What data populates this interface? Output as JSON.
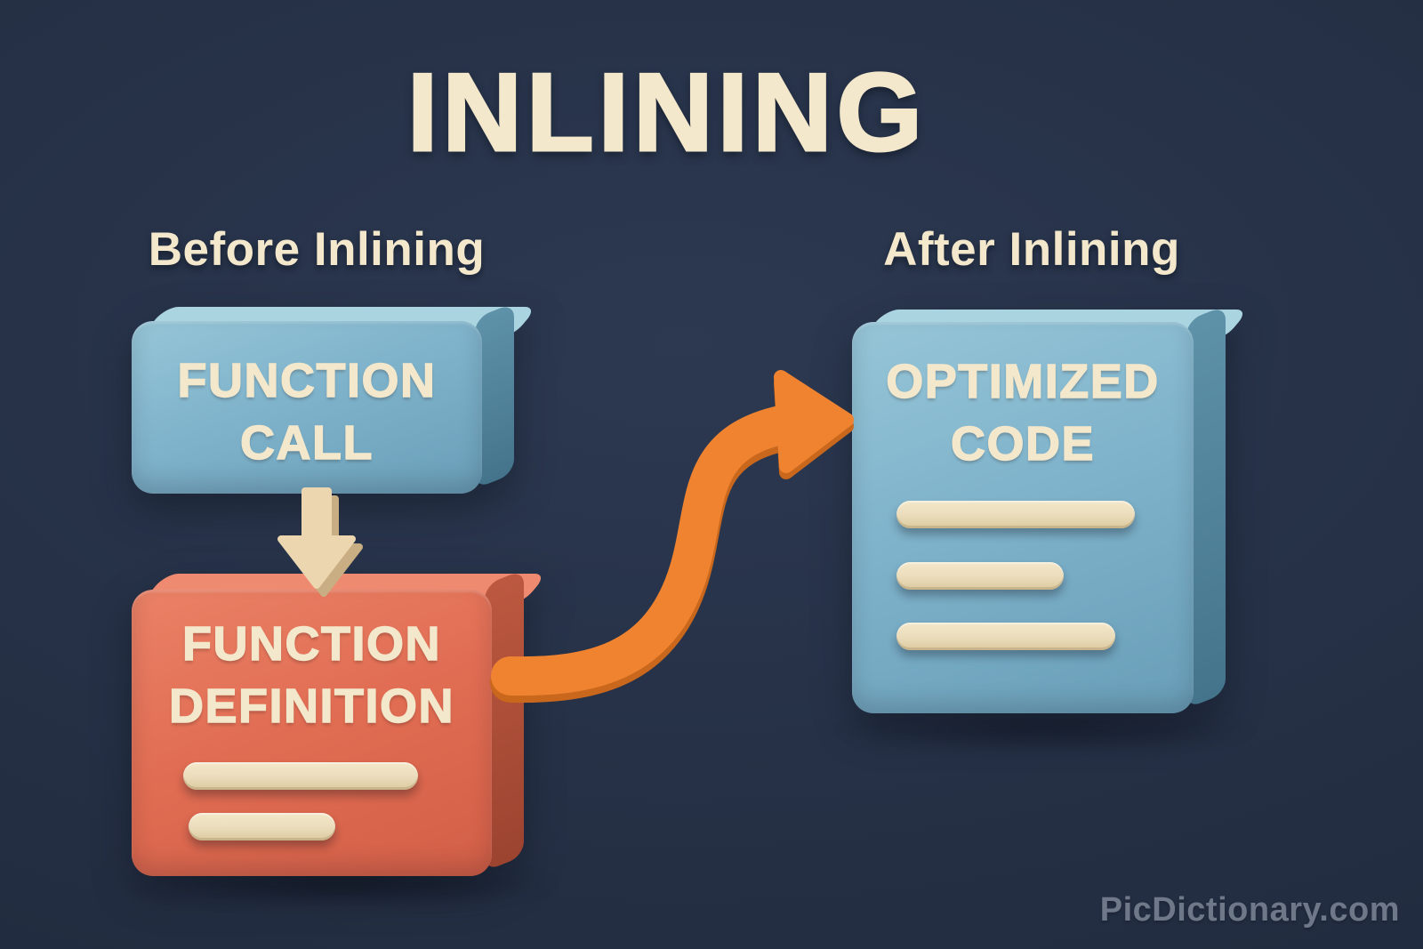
{
  "page": {
    "title": "INLINING",
    "watermark": "PicDictionary.com"
  },
  "sections": {
    "before": {
      "label": "Before Inlining"
    },
    "after": {
      "label": "After Inlining"
    }
  },
  "boxes": {
    "function_call": {
      "line1": "FUNCTION",
      "line2": "CALL",
      "code_line_count": 0
    },
    "function_definition": {
      "line1": "FUNCTION",
      "line2": "DEFINITION",
      "code_line_count": 2
    },
    "optimized_code": {
      "line1": "OPTIMIZED",
      "line2": "CODE",
      "code_line_count": 3
    }
  },
  "icons": {
    "down_arrow": "down-arrow-icon",
    "curved_arrow": "curved-arrow-icon"
  },
  "colors": {
    "background": "#263147",
    "cream_text": "#F4E8CC",
    "blue_box_face": "#7FB3CB",
    "blue_box_side": "#4A7C94",
    "blue_box_top": "#ABD4E1",
    "red_box_face": "#E06C52",
    "red_box_side": "#B2513B",
    "red_box_top": "#EE8A6F",
    "orange_arrow": "#EF8330",
    "orange_arrow_dark": "#C9671C",
    "tan_arrow": "#EBD6AF",
    "tan_arrow_dark": "#C9AE84",
    "code_bar": "#EADCBB",
    "watermark": "#98A1AF"
  }
}
